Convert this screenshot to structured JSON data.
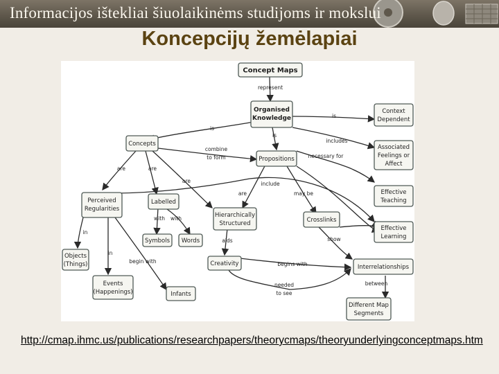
{
  "header": {
    "banner_text": "Informacijos ištekliai šiuolaikinėms studijoms ir mokslui"
  },
  "slide": {
    "title": "Koncepcijų žemėlapiai"
  },
  "diagram": {
    "nodes": {
      "concept_maps": [
        "Concept Maps"
      ],
      "organised_knowledge": [
        "Organised",
        "Knowledge"
      ],
      "context_dependent": [
        "Context",
        "Dependent"
      ],
      "concepts": [
        "Concepts"
      ],
      "propositions": [
        "Propositions"
      ],
      "associated_feelings": [
        "Associated",
        "Feelings or",
        "Affect"
      ],
      "effective_teaching": [
        "Effective",
        "Teaching"
      ],
      "perceived_regularities": [
        "Perceived",
        "Regularities"
      ],
      "labelled": [
        "Labelled"
      ],
      "hierarchically_structured": [
        "Hierarchically",
        "Structured"
      ],
      "crosslinks": [
        "Crosslinks"
      ],
      "effective_learning": [
        "Effective",
        "Learning"
      ],
      "symbols": [
        "Symbols"
      ],
      "words": [
        "Words"
      ],
      "objects": [
        "Objects",
        "(Things)"
      ],
      "creativity": [
        "Creativity"
      ],
      "interrelationships": [
        "Interrelationships"
      ],
      "events": [
        "Events",
        "(Happenings)"
      ],
      "infants": [
        "Infants"
      ],
      "different_map_segments": [
        "Different Map",
        "Segments"
      ]
    },
    "links": {
      "represent": [
        "represent"
      ],
      "is_context": [
        "is"
      ],
      "is_concepts": [
        "is"
      ],
      "is_propositions": [
        "is"
      ],
      "includes": [
        "includes"
      ],
      "combine_to_form": [
        "combine",
        "to form"
      ],
      "necessary_for": [
        "necessary for"
      ],
      "are_perceived": [
        "are"
      ],
      "are_labelled": [
        "are"
      ],
      "are_hier_from_concepts": [
        "are"
      ],
      "include": [
        "include"
      ],
      "are_hier_from_props": [
        "are"
      ],
      "may_be": [
        "may be"
      ],
      "with_symbols": [
        "with"
      ],
      "with_words": [
        "with"
      ],
      "in_objects": [
        "in"
      ],
      "in_events": [
        "in"
      ],
      "begin_with_infants": [
        "begin with"
      ],
      "aids": [
        "aids"
      ],
      "show": [
        "show"
      ],
      "begin_with_creativity": [
        "begins with"
      ],
      "needed_to_see": [
        "needed",
        "to see"
      ],
      "between": [
        "between"
      ]
    }
  },
  "footer": {
    "source_url": "http://cmap.ihmc.us/publications/researchpapers/theorycmaps/theoryunderlyingconceptmaps.htm"
  }
}
